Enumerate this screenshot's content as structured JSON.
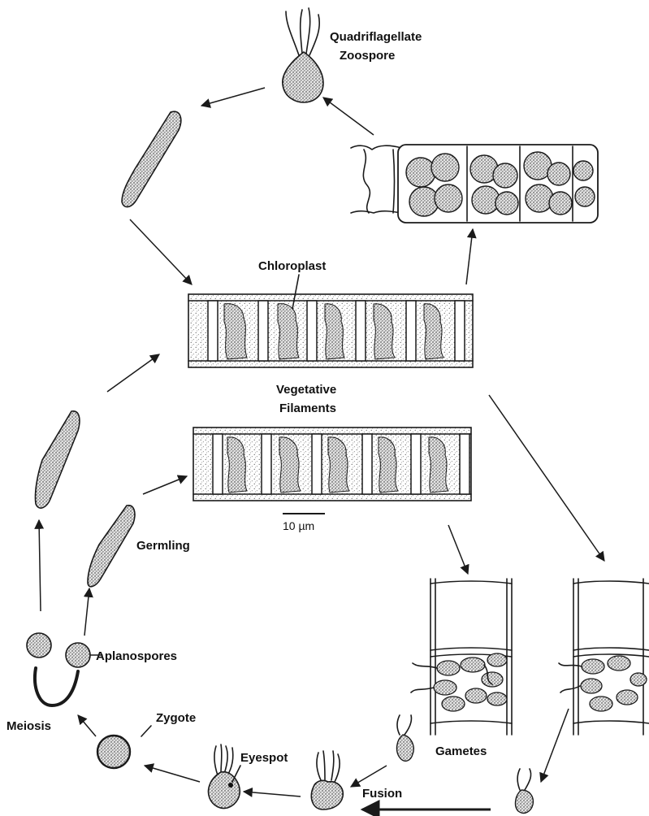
{
  "labels": {
    "zoospore_line1": "Quadriflagellate",
    "zoospore_line2": "Zoospore",
    "chloroplast": "Chloroplast",
    "vegetative_line1": "Vegetative",
    "vegetative_line2": "Filaments",
    "scale": "10 µm",
    "germling": "Germling",
    "aplanospores": "Aplanospores",
    "meiosis": "Meiosis",
    "zygote": "Zygote",
    "eyespot": "Eyespot",
    "gametes": "Gametes",
    "fusion": "Fusion"
  },
  "colors": {
    "ink": "#1a1a1a",
    "background": "#ffffff",
    "stipple": "#555555"
  }
}
